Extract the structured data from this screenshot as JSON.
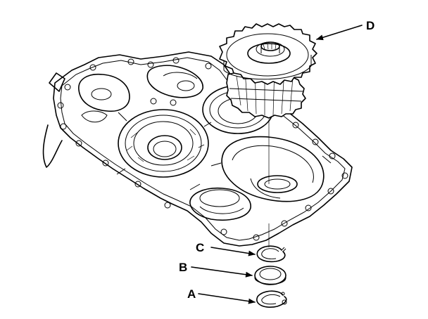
{
  "diagram": {
    "callouts": {
      "a": "A",
      "b": "B",
      "c": "C",
      "d": "D"
    }
  },
  "colors": {
    "ink": "#000000",
    "paper": "#ffffff"
  }
}
